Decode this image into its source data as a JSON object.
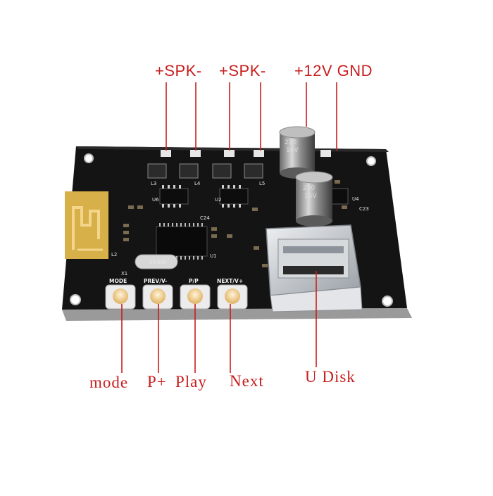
{
  "callouts_top": {
    "spk1": "+SPK-",
    "spk2": "+SPK-",
    "power": "+12V GND"
  },
  "callouts_bottom": {
    "mode": "mode",
    "prev": "P+",
    "play": "Play",
    "next": "Next",
    "udisk": "U Disk"
  },
  "silkscreen": {
    "btn_mode": "MODE",
    "btn_prev": "PREV/V-",
    "btn_pp": "P/P",
    "btn_next": "NEXT/V+",
    "crystal": "24.000",
    "cap1_value": "220",
    "cap1_voltage": "16V",
    "cap2_value": "220",
    "cap2_voltage": "16V",
    "ref_x1": "X1",
    "ref_u1": "U1",
    "ref_u2": "U2",
    "ref_u4": "U4",
    "ref_u6": "U6",
    "ref_c23": "C23",
    "ref_c24": "C24",
    "ref_l2": "L2",
    "ref_l3": "L3",
    "ref_l4": "L4",
    "ref_l5": "L5"
  },
  "colors": {
    "label_red": "#c81e1e",
    "pcb_black": "#141414",
    "antenna_gold": "#d8b04a",
    "usb_silver": "#cfd2d6"
  }
}
